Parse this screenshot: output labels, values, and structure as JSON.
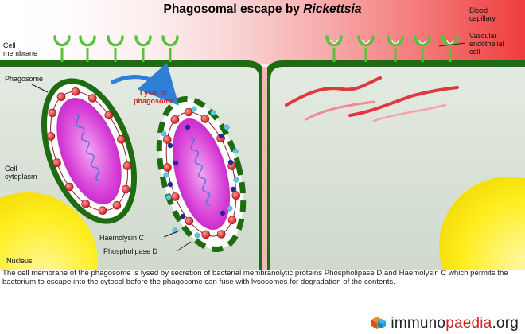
{
  "title": {
    "main": "Phagosomal escape by ",
    "italic": "Rickettsia"
  },
  "labels": {
    "cell_membrane_1": "Cell",
    "cell_membrane_2": "membrane",
    "phagosome": "Phagosome",
    "lysis_1": "Lysis of",
    "lysis_2": "phagosome",
    "cell_cytoplasm_1": "Cell",
    "cell_cytoplasm_2": "cytoplasm",
    "haemolysin": "Haemolysin C",
    "phospholipase": "Phospholipase D",
    "nucleus": "Nucleus",
    "blood_capillary_1": "Blood",
    "blood_capillary_2": "capillary",
    "vascular_1": "Vascular",
    "vascular_2": "endothelial",
    "vascular_3": "cell"
  },
  "caption_text": "The cell membrane of the phagosome is lysed by secretion of bacterial membranolytic proteins Phospholipase D and Haemolysin C which permits the bacterium to escape into the cytosol before the phagosome can fuse with lysosomes for degradation of the contents.",
  "logo": {
    "part1": "immuno",
    "part2": "paedia",
    "part3": ".org"
  },
  "colors": {
    "membrane": "#1f6b12",
    "receptor": "#58c23a",
    "cytoplasm": "#d9e3d6",
    "capillary": "#f03c3c",
    "bacterium": "#d233d2",
    "red_dot": "#d8262b",
    "nucleus": "#ffeb1a",
    "arrow": "#2f7fd6",
    "haemolysin_dot": "#23279a",
    "phospholipase_dot": "#5bc9df"
  }
}
